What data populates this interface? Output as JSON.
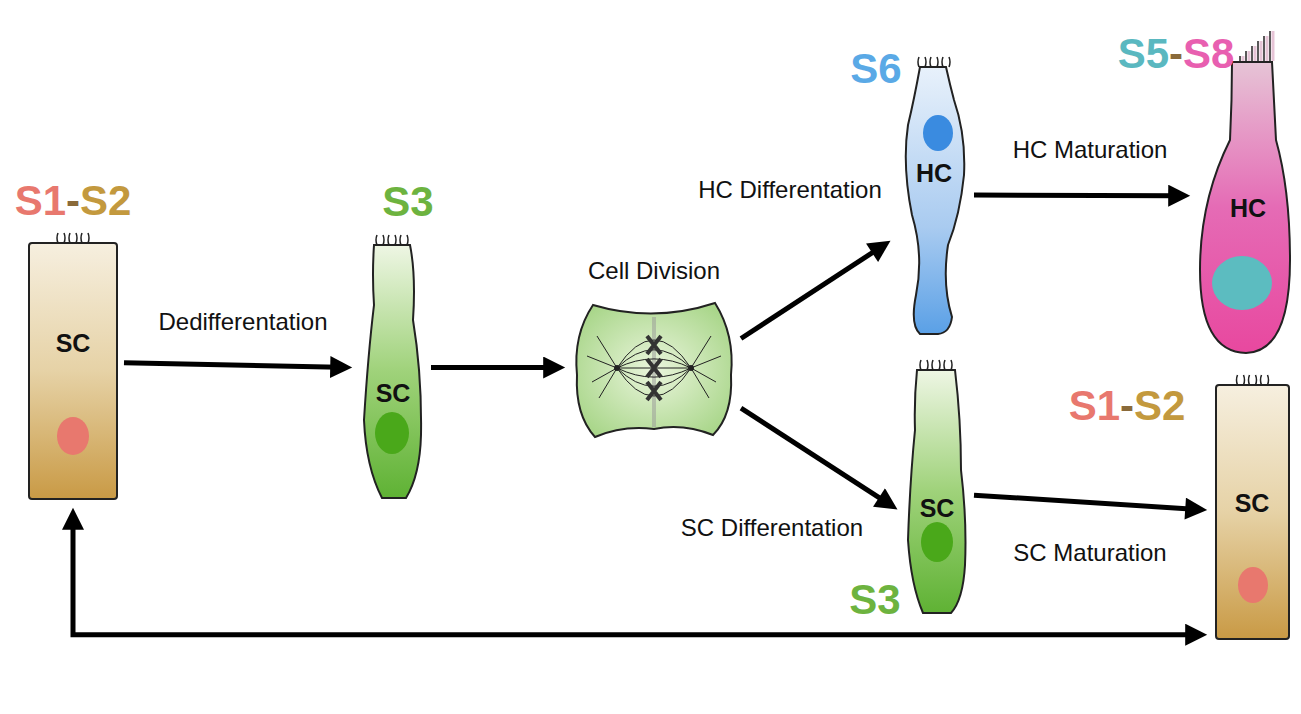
{
  "diagram": {
    "nodes": [
      {
        "text": [
          "S1",
          "-",
          "S2",
          "SC"
        ]
      },
      {
        "text": [
          "S3",
          "SC"
        ]
      },
      {
        "text": [
          "Cell Division"
        ]
      },
      {
        "text": [
          "S6",
          "HC"
        ]
      },
      {
        "text": [
          "S5",
          "-",
          "S8",
          "HC"
        ]
      },
      {
        "text": [
          "SC",
          "S3"
        ]
      },
      {
        "text": [
          "S1",
          "-",
          "S2",
          "SC"
        ]
      }
    ],
    "edges": [
      {
        "from": 0,
        "to": 1,
        "arrow": "to",
        "label": "Dedifferentation"
      },
      {
        "from": 1,
        "to": 2,
        "arrow": "to"
      },
      {
        "from": 2,
        "to": 3,
        "arrow": "to",
        "label": "HC Differentation"
      },
      {
        "from": 3,
        "to": 4,
        "arrow": "to",
        "label": "HC Maturation"
      },
      {
        "from": 2,
        "to": 5,
        "arrow": "to",
        "label": "SC Differentation"
      },
      {
        "from": 5,
        "to": 6,
        "arrow": "to",
        "label": "SC Maturation"
      },
      {
        "from": 0,
        "to": 6,
        "arrow": "both"
      }
    ]
  }
}
